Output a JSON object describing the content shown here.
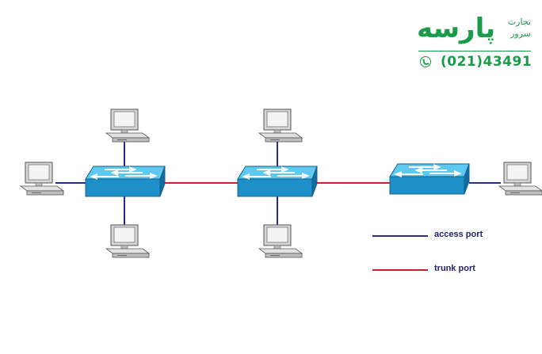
{
  "logo": {
    "brand_text": "پارسه",
    "side_line1": "تجارت",
    "side_line2": "سرور",
    "phone": "(021)43491",
    "icon": "phone-icon"
  },
  "legend": {
    "access": {
      "label": "access port",
      "color": "#2b2b8f"
    },
    "trunk": {
      "label": "trunk port",
      "color": "#c8202a"
    }
  },
  "colors": {
    "switch_top": "#5cc6ee",
    "switch_front": "#1d8fc8",
    "switch_side": "#0f6ea0",
    "pc_body": "#d8d8d8"
  }
}
